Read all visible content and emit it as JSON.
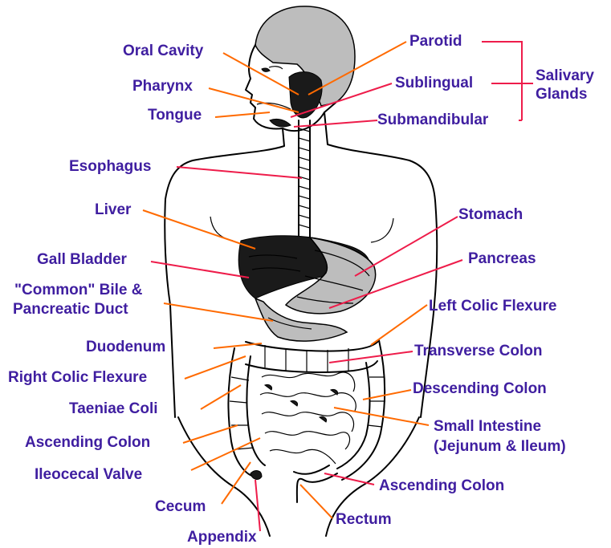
{
  "colors": {
    "label_text": "#3f1ea0",
    "leader_red": "#ee1c4a",
    "leader_orange": "#ff6a00",
    "outline": "#000000"
  },
  "labels": {
    "oral_cavity": "Oral Cavity",
    "pharynx": "Pharynx",
    "tongue": "Tongue",
    "esophagus": "Esophagus",
    "liver": "Liver",
    "gall_bladder": "Gall Bladder",
    "common_bile_line1": "\"Common\" Bile &",
    "common_bile_line2": "Pancreatic Duct",
    "duodenum": "Duodenum",
    "right_colic_flexure": "Right Colic Flexure",
    "taeniae_coli": "Taeniae Coli",
    "ascending_colon_left": "Ascending Colon",
    "ileocecal_valve": "Ileocecal Valve",
    "cecum": "Cecum",
    "appendix": "Appendix",
    "rectum": "Rectum",
    "ascending_colon_right": "Ascending Colon",
    "small_intestine_line1": "Small Intestine",
    "small_intestine_line2": "(Jejunum & Ileum)",
    "descending_colon": "Descending Colon",
    "transverse_colon": "Transverse Colon",
    "left_colic_flexure": "Left Colic Flexure",
    "pancreas": "Pancreas",
    "stomach": "Stomach",
    "parotid": "Parotid",
    "sublingual": "Sublingual",
    "submandibular": "Submandibular",
    "salivary_line1": "Salivary",
    "salivary_line2": "Glands"
  }
}
